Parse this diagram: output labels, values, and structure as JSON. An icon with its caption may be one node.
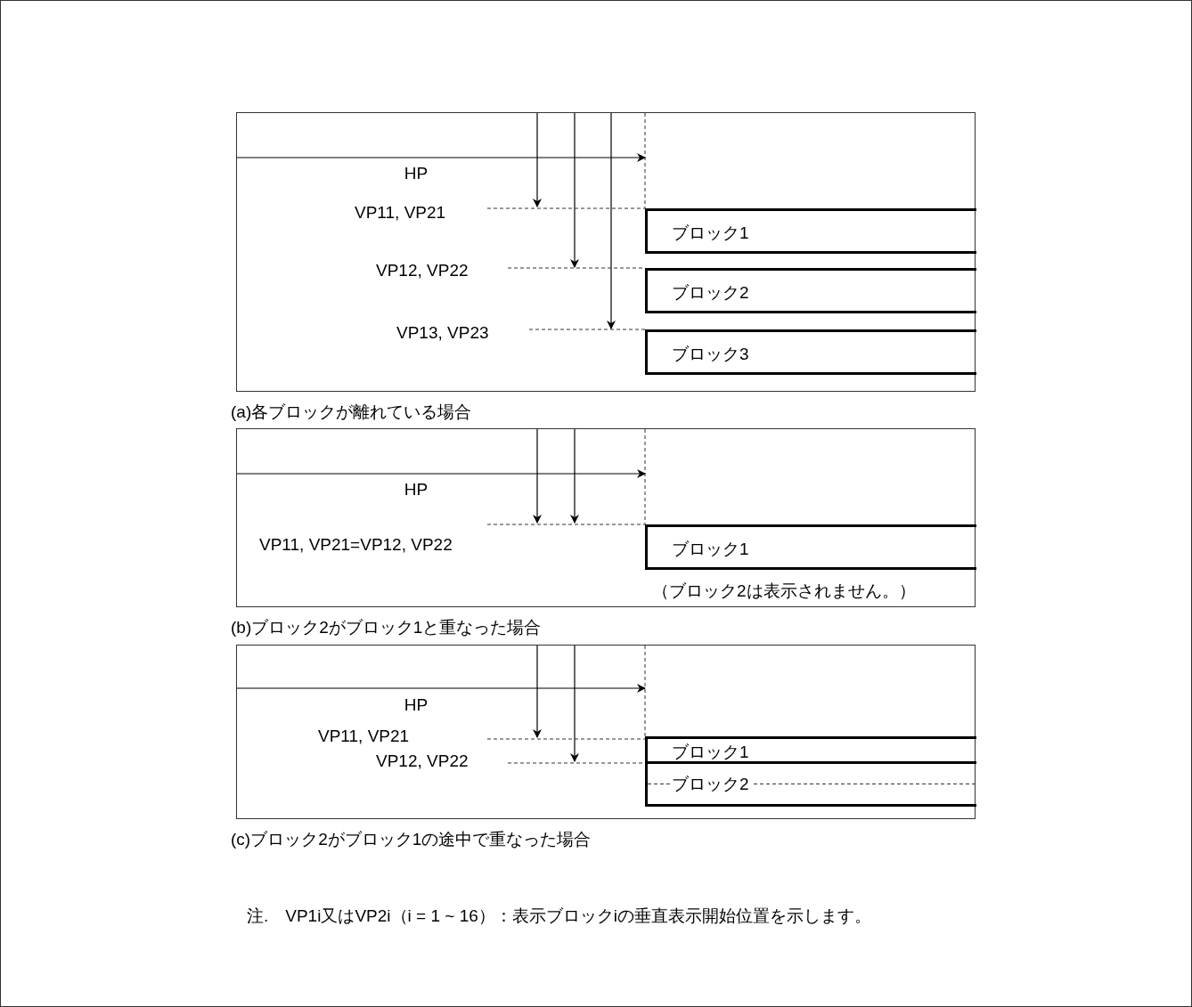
{
  "diagram": {
    "nodes": [
      {
        "text": [
          "(a)各ブロックが離れている場合"
        ]
      },
      {
        "text": [
          "ブロック1"
        ],
        "in": 0
      },
      {
        "text": [
          "ブロック2"
        ],
        "in": 0
      },
      {
        "text": [
          "ブロック3"
        ],
        "in": 0
      },
      {
        "text": [
          "(b)ブロック2がブロック1と重なった場合"
        ]
      },
      {
        "text": [
          "ブロック1"
        ],
        "in": 4
      },
      {
        "text": [
          "(c)ブロック2がブロック1の途中で重なった場合"
        ]
      },
      {
        "text": [
          "ブロック1"
        ],
        "in": 6
      },
      {
        "text": [
          "ブロック2"
        ],
        "in": 6
      }
    ],
    "labels": [
      "HP",
      "VP11, VP21",
      "VP12, VP22",
      "VP13, VP23",
      "HP",
      "VP11, VP21=VP12, VP22",
      "（ブロック2は表示されません。）",
      "HP",
      "VP11, VP21",
      "VP12, VP22",
      "注.　VP1i又はVP2i（i = 1 ~ 16）：表示ブロックiの垂直表示開始位置を示します。"
    ]
  }
}
